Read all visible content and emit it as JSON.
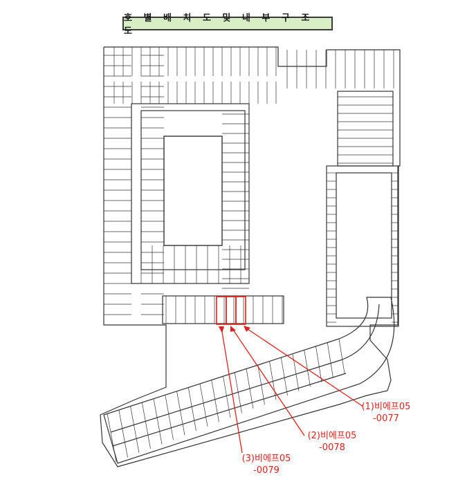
{
  "title": "호 별 배 치 도 및 내 부 구 조 도",
  "units": [
    {
      "line1": "(1)비에프05",
      "line2": "-0077"
    },
    {
      "line1": "(2)비에프05",
      "line2": "-0078"
    },
    {
      "line1": "(3)비에프05",
      "line2": "-0079"
    }
  ],
  "colors": {
    "title_bg": "#d8efc6",
    "plan_line": "#333333",
    "highlight": "#e0201c"
  }
}
